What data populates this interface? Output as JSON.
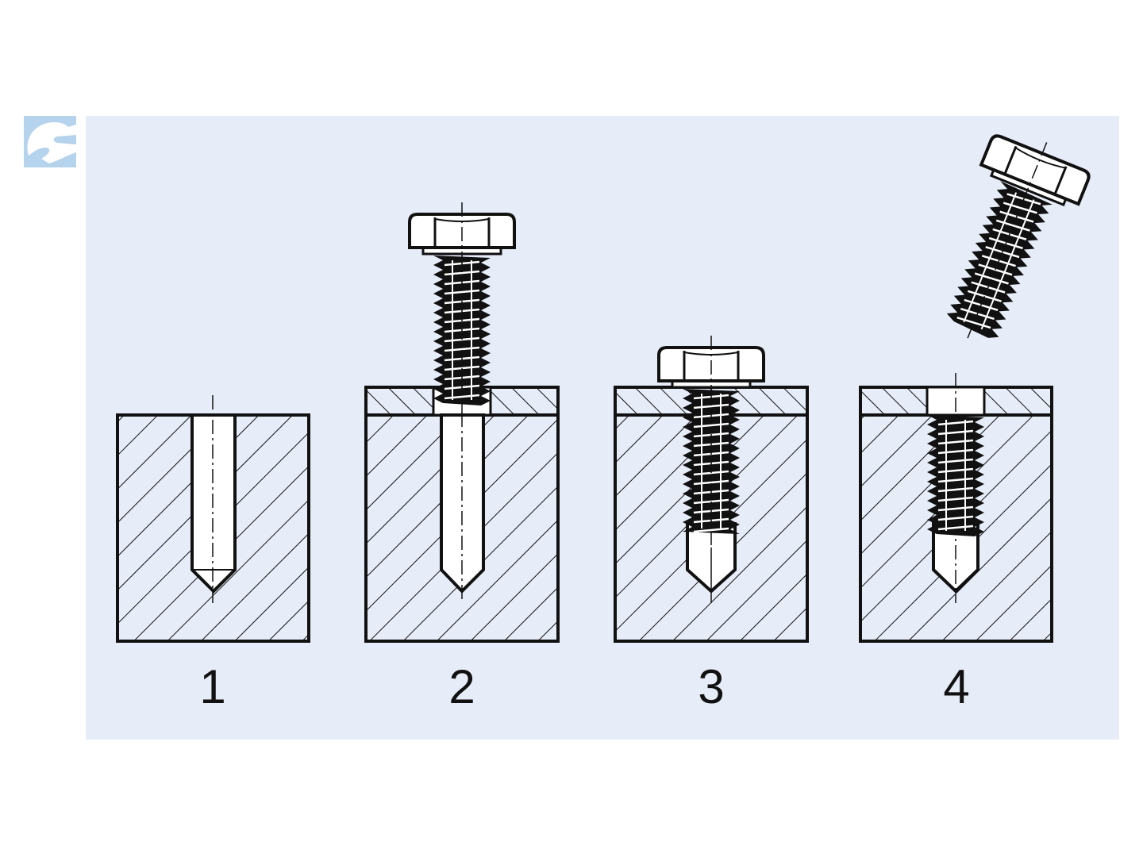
{
  "figure": {
    "steps": [
      {
        "label": "1"
      },
      {
        "label": "2"
      },
      {
        "label": "3"
      },
      {
        "label": "4"
      }
    ]
  },
  "colors": {
    "background": "#e6ecf8",
    "logo": "#b5d3ec",
    "ink": "#111111",
    "fill": "#ffffff"
  },
  "logo": {
    "icon": "wrench-icon"
  }
}
